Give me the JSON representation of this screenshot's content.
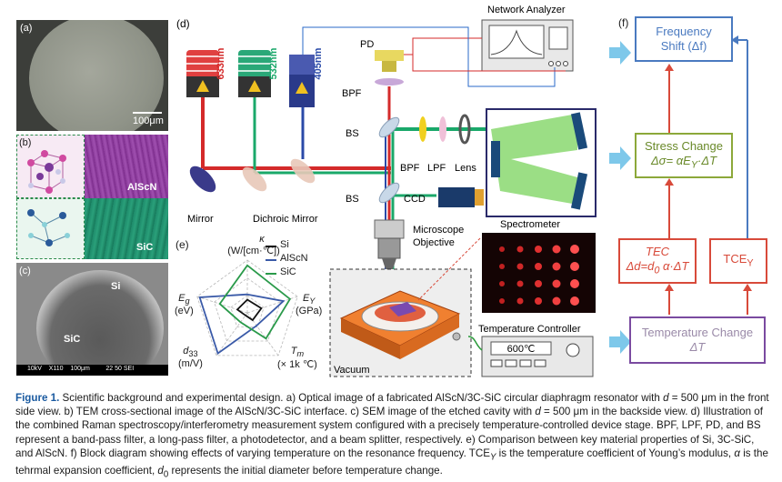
{
  "panels": {
    "a": {
      "label": "(a)",
      "scale_bar": "100μm"
    },
    "b": {
      "label": "(b)",
      "alscn": "AlScN",
      "sic": "SiC"
    },
    "c": {
      "label": "(c)",
      "si": "Si",
      "sic": "SiC",
      "sem_footer": "10kV    X110    100μm         22 50 SEI"
    },
    "d": {
      "label": "(d)",
      "lasers": [
        "633nm",
        "532nm",
        "405nm"
      ],
      "pd": "PD",
      "bpf_top": "BPF",
      "bs_top": "BS",
      "bs_bottom": "BS",
      "filters": [
        "BPF",
        "LPF",
        "Lens"
      ],
      "ccd": "CCD",
      "mirror": "Mirror",
      "dichroic": "Dichroic Mirror",
      "spectrometer": "Spectrometer",
      "microscope": [
        "Microscope",
        "Objective"
      ],
      "network_analyzer": "Network Analyzer",
      "temperature_controller": "Temperature Controller",
      "controller_display": "600℃",
      "vacuum": "Vacuum"
    },
    "e": {
      "label": "(e)",
      "axes": {
        "kappa_symbol": "κ",
        "kappa_unit": "(W/[cm·℃])",
        "ey_symbol": "E",
        "ey_sub": "Y",
        "ey_unit": "(GPa)",
        "tm_symbol": "T",
        "tm_sub": "m",
        "tm_unit": "(× 1k ℃)",
        "d33_symbol": "d",
        "d33_sub": "33",
        "d33_unit": "(m/V)",
        "eg_symbol": "E",
        "eg_sub": "g",
        "eg_unit": "(eV)"
      },
      "legend": [
        "Si",
        "AlScN",
        "SiC"
      ]
    },
    "f": {
      "label": "(f)",
      "frequency": {
        "title": "Frequency",
        "line2": "Shift (Δf)"
      },
      "stress": {
        "title": "Stress Change",
        "formula": "Δσ= αE",
        "formula_sub": "Y",
        "formula_end": "·ΔT"
      },
      "tec": {
        "title": "TEC",
        "formula": "Δd=d",
        "formula_sub": "0",
        "formula_end": " α·ΔT"
      },
      "tce": {
        "title": "TCE",
        "title_sub": "Y"
      },
      "temperature": {
        "title": "Temperature Change",
        "line2": "ΔT"
      }
    }
  },
  "colors": {
    "laser_red": "#d42a2a",
    "laser_green": "#1aa86a",
    "laser_blue": "#2a4aa8",
    "box_blue": "#4a7ac0",
    "box_green": "#8ca83a",
    "box_red": "#d84a3a",
    "box_purple": "#7a4aa0",
    "arrow_light_blue": "#7ec8ea"
  },
  "chart_data": {
    "type": "radar",
    "axes": [
      "κ (W/[cm·℃])",
      "EY (GPa)",
      "Tm (× 1k ℃)",
      "d33 (m/V)",
      "Eg (eV)"
    ],
    "series": [
      {
        "name": "Si",
        "values": [
          0.25,
          0.28,
          0.17,
          0.0,
          0.2
        ]
      },
      {
        "name": "AlScN",
        "values": [
          0.35,
          0.72,
          0.3,
          0.95,
          0.95
        ]
      },
      {
        "name": "SiC",
        "values": [
          0.9,
          0.85,
          0.6,
          0.22,
          0.55
        ]
      }
    ],
    "range": [
      0,
      1
    ]
  },
  "caption": {
    "figure": "Figure 1.",
    "segments": [
      {
        "t": " Scientific background and experimental design. a) Optical image of a fabricated AlScN/3C-SiC circular diaphragm resonator with "
      },
      {
        "t": "d",
        "i": true
      },
      {
        "t": " = 500 μm in the front side view. b) TEM cross-sectional image of the AlScN/3C-SiC interface. c) SEM image of the etched cavity with "
      },
      {
        "t": "d",
        "i": true
      },
      {
        "t": " = 500 μm in the backside view. d) Illustration of the combined Raman spectroscopy/interferometry measurement system configured with a precisely temperature-controlled device stage. BPF, LPF, PD, and BS represent a band-pass filter, a long-pass filter, a photodetector, and a beam splitter, respectively. e) Comparison between key material properties of Si, 3C-SiC, and AlScN. f) Block diagram showing effects of varying temperature on the resonance frequency. TCE"
      },
      {
        "t": "Y",
        "sub": true,
        "i": true
      },
      {
        "t": " is the temperature coefficient of Young’s modulus, "
      },
      {
        "t": "α",
        "i": true
      },
      {
        "t": " is the tehrmal expansion coefficient, "
      },
      {
        "t": "d",
        "i": true
      },
      {
        "t": "0",
        "sub": true
      },
      {
        "t": " represents the initial diameter before temperature change."
      }
    ]
  }
}
